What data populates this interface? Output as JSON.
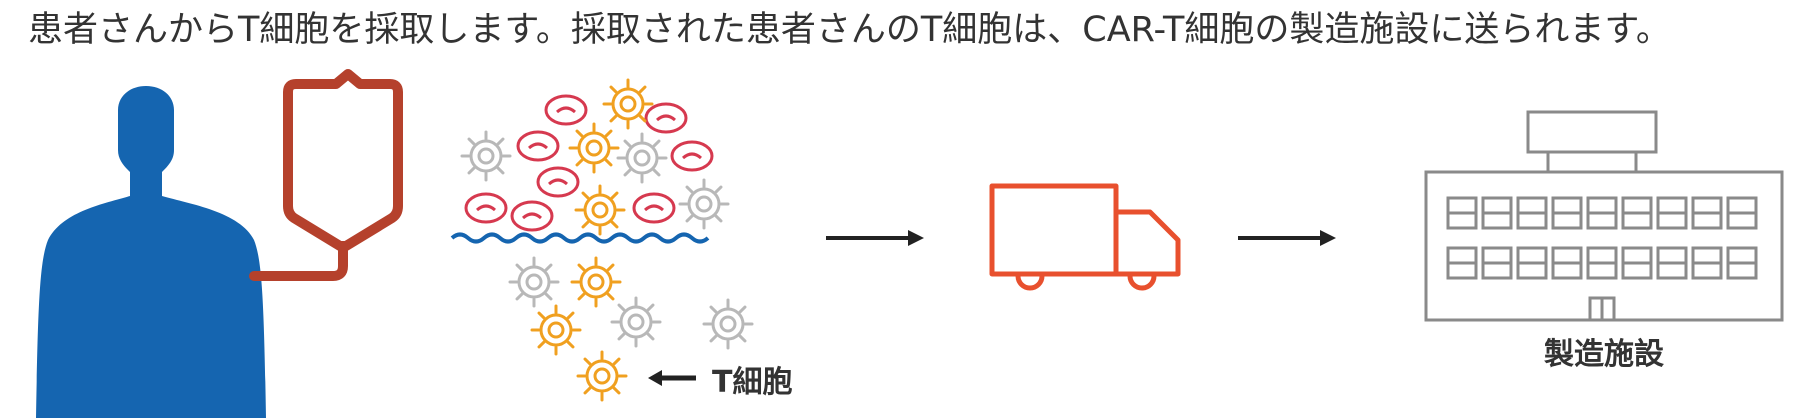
{
  "caption": "患者さんからT細胞を採取します。採取された患者さんのT細胞は、CAR-T細胞の製造施設に送られます。",
  "labels": {
    "t_cell": "T細胞",
    "facility": "製造施設"
  },
  "colors": {
    "text": "#333333",
    "patient": "#1565b0",
    "iv_line": "#b5412c",
    "red_cell": "#d6394f",
    "t_cell": "#f0a020",
    "other_cell": "#b8b8b8",
    "plasma_wave": "#1565b0",
    "arrow": "#222222",
    "truck": "#e8502e",
    "building": "#8a8a8a"
  },
  "icons": [
    "patient-silhouette",
    "iv-bag",
    "blood-cells",
    "arrow-right",
    "delivery-truck",
    "factory-building"
  ]
}
